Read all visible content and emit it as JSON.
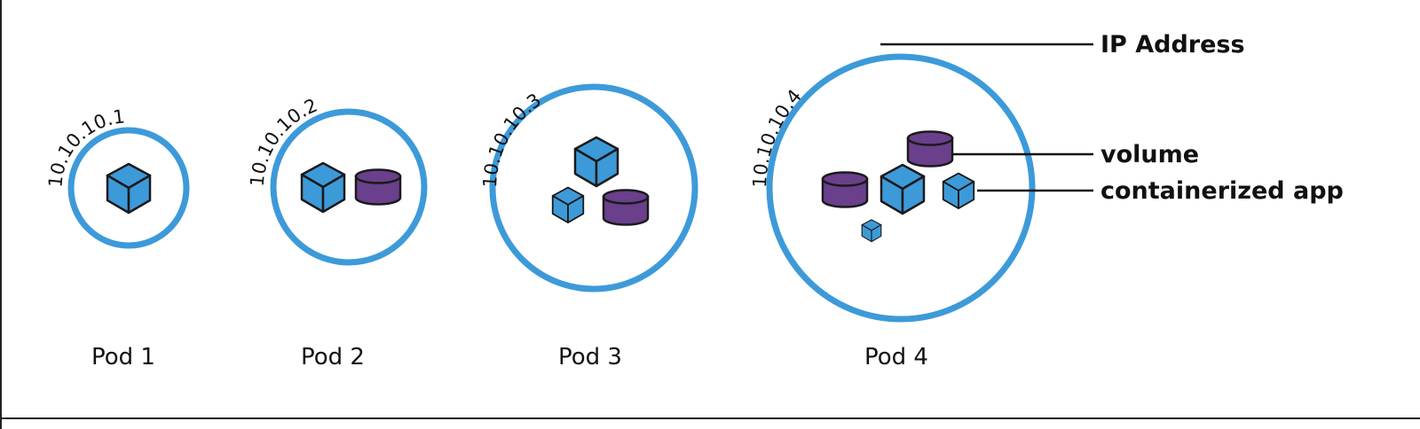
{
  "colors": {
    "ring": "#3d9ad9",
    "app": "#3d9ad9",
    "volume": "#6a3f8c",
    "outline": "#1a1a1a",
    "text": "#111111"
  },
  "legend": {
    "ip_address": "IP Address",
    "volume": "volume",
    "containerized_app": "containerized app"
  },
  "pods": [
    {
      "label": "Pod 1",
      "ip": "10.10.10.1",
      "apps": 1,
      "volumes": 0
    },
    {
      "label": "Pod 2",
      "ip": "10.10.10.2",
      "apps": 1,
      "volumes": 1
    },
    {
      "label": "Pod 3",
      "ip": "10.10.10.3",
      "apps": 2,
      "volumes": 1
    },
    {
      "label": "Pod 4",
      "ip": "10.10.10.4",
      "apps": 3,
      "volumes": 2
    }
  ],
  "icons": {
    "app": "cube-icon",
    "volume": "cylinder-icon"
  }
}
